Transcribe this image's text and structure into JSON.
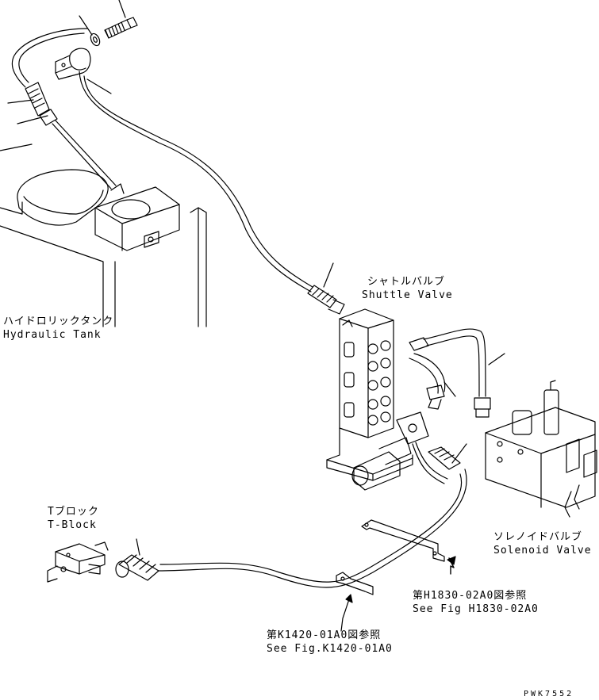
{
  "labels": {
    "hydraulic_tank": {
      "jp": "ハイドロリックタンク",
      "en": "Hydraulic Tank"
    },
    "shuttle_valve": {
      "jp": "シャトルバルブ",
      "en": "Shuttle Valve"
    },
    "t_block": {
      "jp": "Tブロック",
      "en": "T-Block"
    },
    "solenoid_valve": {
      "jp": "ソレノイドバルブ",
      "en": "Solenoid Valve"
    },
    "ref_h1830": {
      "jp": "第H1830-02A0図参照",
      "en": "See Fig H1830-02A0"
    },
    "ref_k1420": {
      "jp": "第K1420-01A0図参照",
      "en": "See Fig.K1420-01A0"
    }
  },
  "drawing_code": "PWK7552"
}
